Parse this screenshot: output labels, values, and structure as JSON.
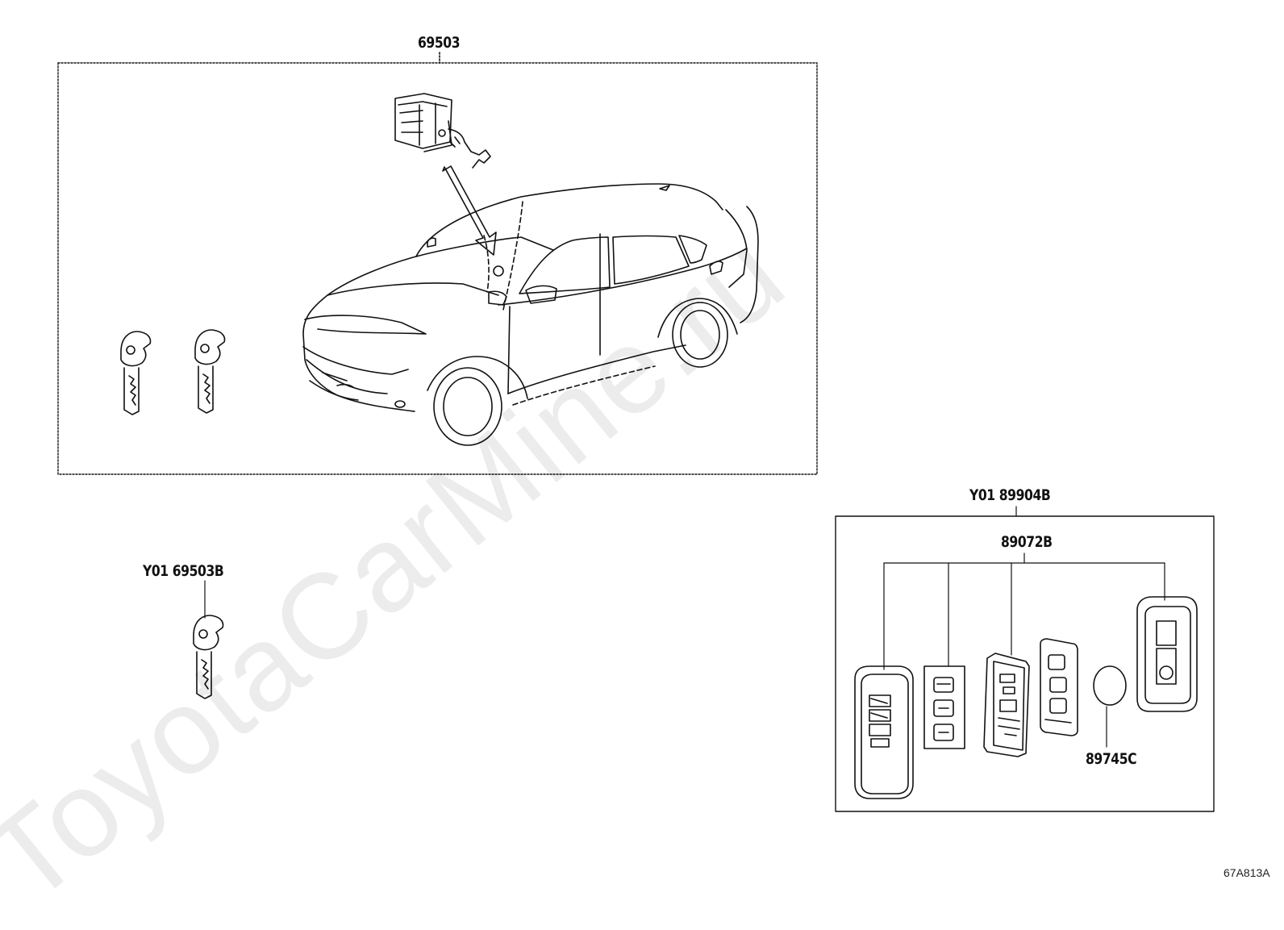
{
  "diagram": {
    "labels": {
      "kit_main": "69503",
      "key_blank_set": "Y01 69503B",
      "transmitter_set": "Y01 89904B",
      "transmitter_housing": "89072B",
      "battery": "89745C"
    },
    "figure_number": "67A813A",
    "watermark": "ToyotaCarMine.ru"
  }
}
